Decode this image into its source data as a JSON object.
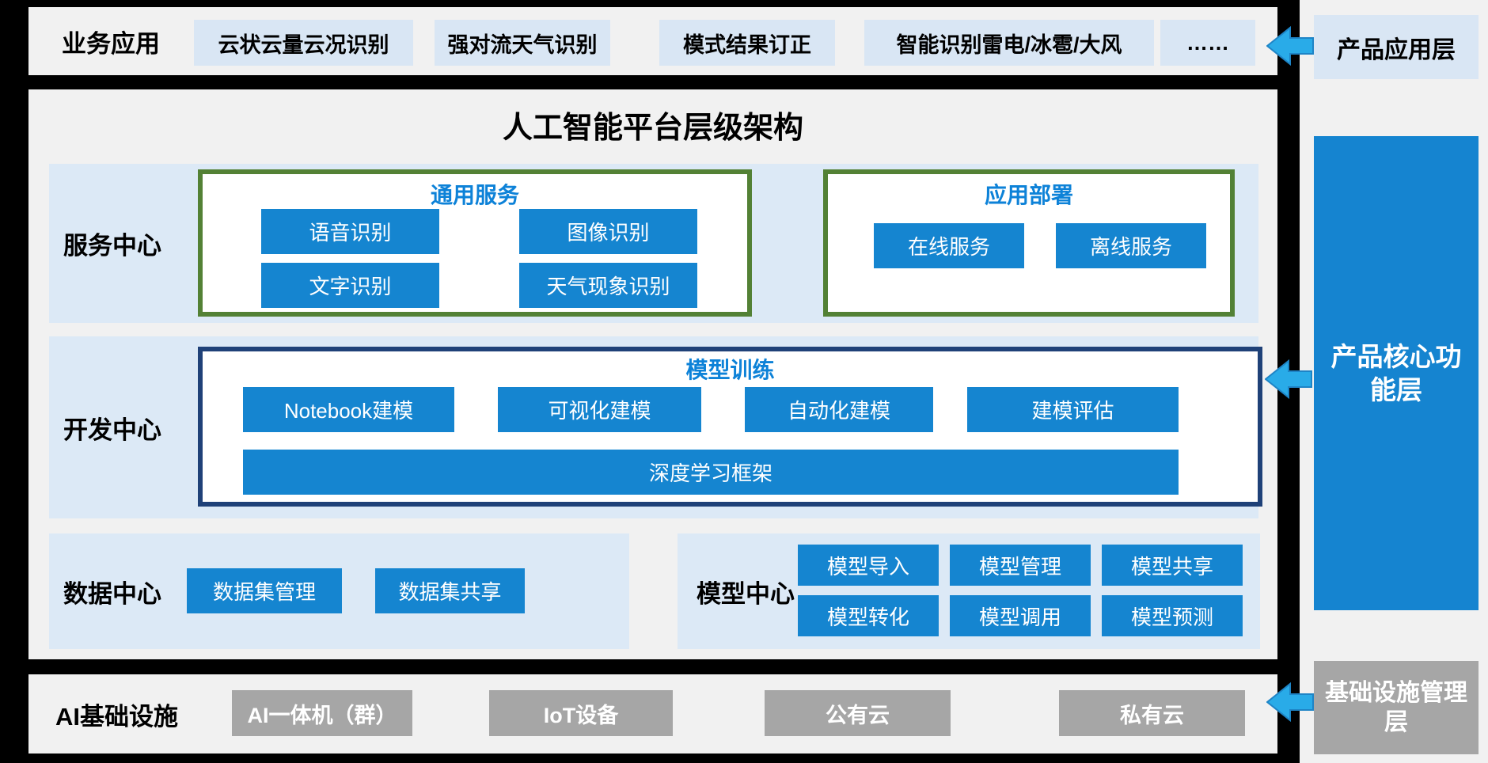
{
  "top_band": {
    "label": "业务应用",
    "chips": [
      "云状云量云况识别",
      "强对流天气识别",
      "模式结果订正",
      "智能识别雷电/冰雹/大风",
      "……"
    ]
  },
  "main": {
    "title": "人工智能平台层级架构",
    "service_center": {
      "label": "服务中心",
      "groups": [
        {
          "title": "通用服务",
          "buttons": [
            "语音识别",
            "图像识别",
            "文字识别",
            "天气现象识别"
          ]
        },
        {
          "title": "应用部署",
          "buttons": [
            "在线服务",
            "离线服务"
          ]
        }
      ]
    },
    "dev_center": {
      "label": "开发中心",
      "group_title": "模型训练",
      "buttons": [
        "Notebook建模",
        "可视化建模",
        "自动化建模",
        "建模评估"
      ],
      "wide_button": "深度学习框架"
    },
    "data_center": {
      "label": "数据中心",
      "buttons": [
        "数据集管理",
        "数据集共享"
      ]
    },
    "model_center": {
      "label": "模型中心",
      "buttons": [
        "模型导入",
        "模型管理",
        "模型共享",
        "模型转化",
        "模型调用",
        "模型预测"
      ]
    }
  },
  "bottom_band": {
    "label": "AI基础设施",
    "buttons": [
      "AI一体机（群）",
      "IoT设备",
      "公有云",
      "私有云"
    ]
  },
  "right_column": {
    "app_layer": "产品应用层",
    "core_layer": "产品核心功能层",
    "infra_layer": "基础设施管理层"
  },
  "colors": {
    "node_blue": "#1585d0",
    "chip_blue": "#d9e6f4",
    "panel_blue": "#dce9f6",
    "title_text_blue": "#0d82d8",
    "green_border": "#538135",
    "navy_border": "#1f4178",
    "infra_gray": "#a6a6a6",
    "band_gray": "#f1f1f1",
    "arrow_blue": "#29abe8",
    "frame_black": "#000000"
  }
}
